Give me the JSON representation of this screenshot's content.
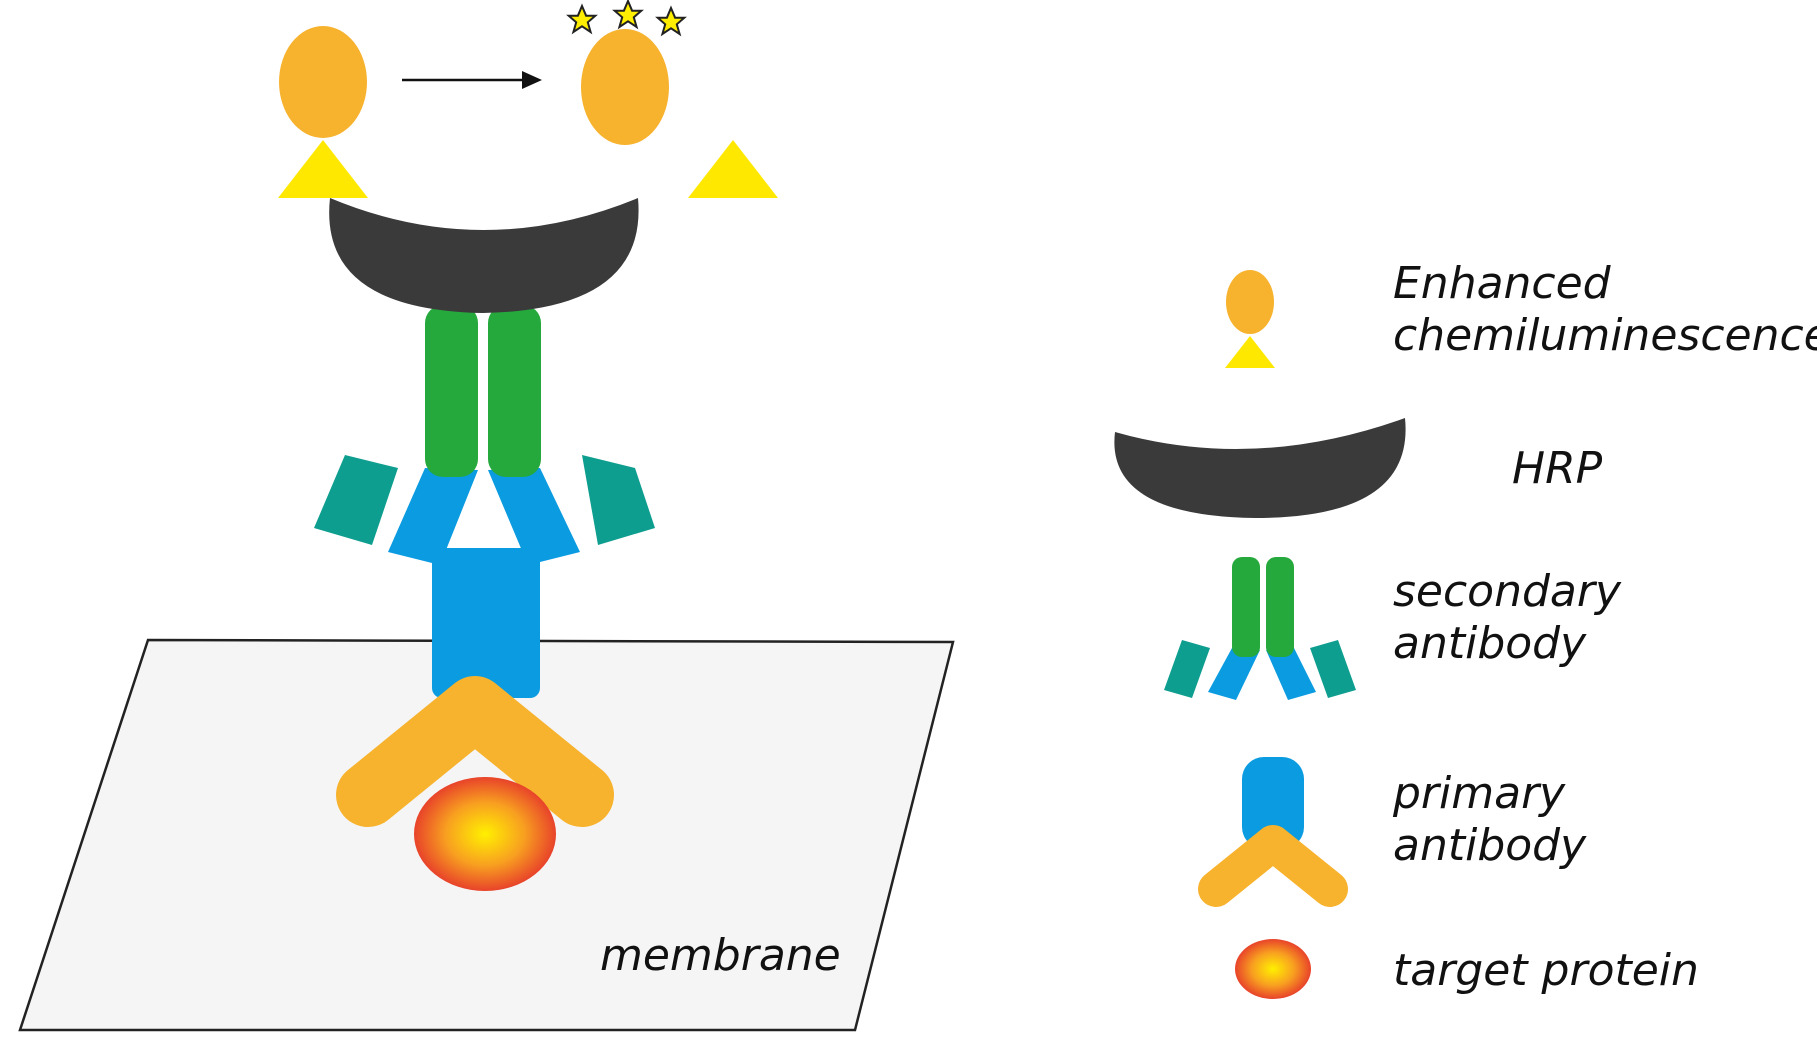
{
  "labels": {
    "membrane": "membrane",
    "ecl_line1": "Enhanced",
    "ecl_line2": "chemiluminescence",
    "hrp": "HRP",
    "secondary_line1": "secondary",
    "secondary_line2": "antibody",
    "primary_line1": "primary",
    "primary_line2": "antibody",
    "target": "target protein"
  },
  "colors": {
    "substrate_orange": "#F7B22E",
    "substrate_yellow": "#FFE800",
    "hrp_dark": "#3A3A3A",
    "secondary_heavy_green": "#25A83C",
    "secondary_light_teal": "#0E9E8F",
    "primary_blue": "#0A9BE0",
    "primary_arms_orange": "#F7B22E",
    "membrane_fill": "#F4F5F4",
    "star_yellow": "#FFEE00"
  },
  "icons": [
    "star-icon",
    "arrow-icon"
  ]
}
